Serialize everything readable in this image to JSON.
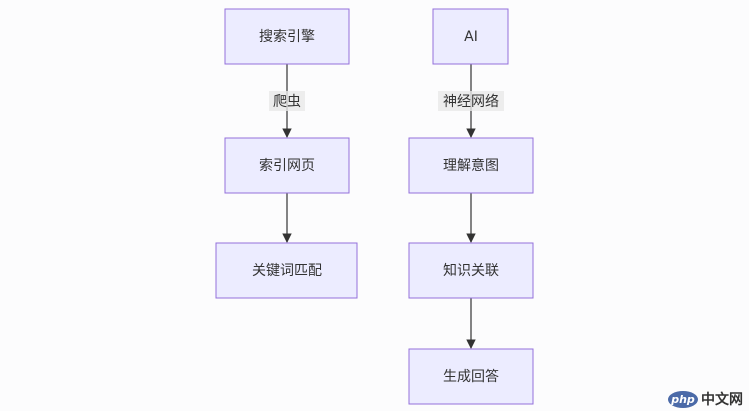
{
  "nodes": {
    "search_engine": "搜索引擎",
    "index_pages": "索引网页",
    "keyword_match": "关键词匹配",
    "ai": "AI",
    "understand_intent": "理解意图",
    "knowledge_link": "知识关联",
    "generate_answer": "生成回答"
  },
  "edge_labels": {
    "crawler": "爬虫",
    "neural_network": "神经网络"
  },
  "watermark": {
    "logo": "php",
    "text": "中文网"
  },
  "colors": {
    "node_fill": "#ececff",
    "node_border": "#9370db",
    "edge": "#333333",
    "background": "#fcfcfd"
  }
}
